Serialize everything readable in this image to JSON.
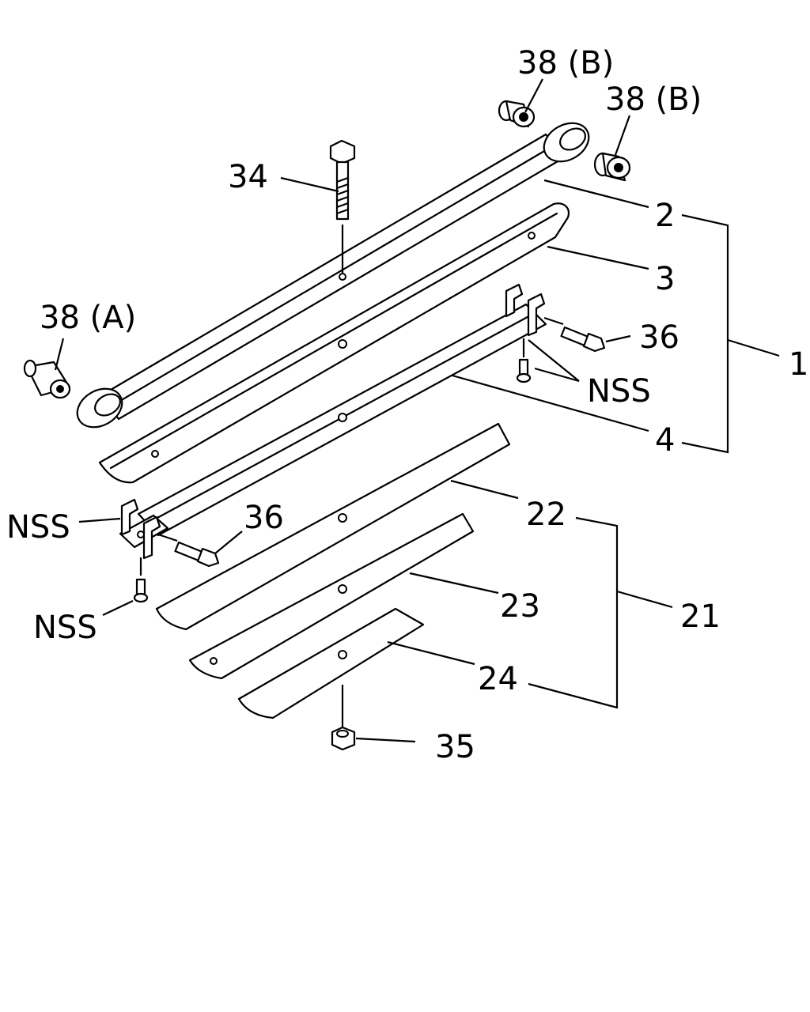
{
  "labels": {
    "l1": "1",
    "l2": "2",
    "l3": "3",
    "l4": "4",
    "l21": "21",
    "l22": "22",
    "l23": "23",
    "l24": "24",
    "l34": "34",
    "l35": "35",
    "l36a": "36",
    "l36b": "36",
    "l38a": "38 (A)",
    "l38b1": "38 (B)",
    "l38b2": "38 (B)",
    "nss1": "NSS",
    "nss2": "NSS",
    "nss3": "NSS"
  }
}
